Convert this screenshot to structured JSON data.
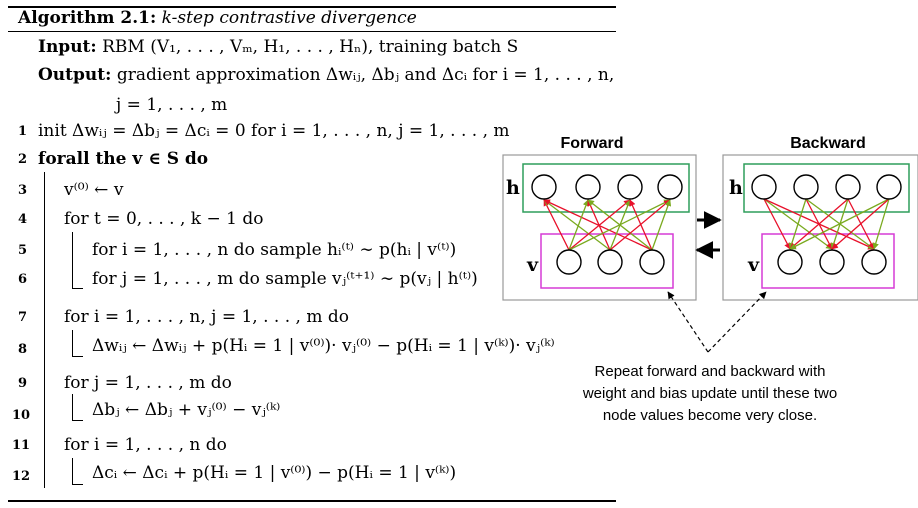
{
  "algorithm": {
    "title_bold": "Algorithm 2.1:",
    "title_text": "k-step contrastive divergence",
    "input_kw": "Input:",
    "input_text": "RBM (V₁, . . . , Vₘ, H₁, . . . , Hₙ), training batch S",
    "output_kw": "Output:",
    "output_text": "gradient approximation Δwᵢⱼ, Δbⱼ and Δcᵢ for i = 1, . . . , n,",
    "output_text2": "j = 1, . . . , m",
    "lines": [
      {
        "n": "1",
        "text": "init Δwᵢⱼ = Δbⱼ = Δcᵢ = 0 for i = 1, . . . , n, j = 1, . . . , m"
      },
      {
        "n": "2",
        "text": "forall the v ∈ S do"
      },
      {
        "n": "3",
        "text": "v⁽⁰⁾ ← v"
      },
      {
        "n": "4",
        "text": "for t = 0, . . . , k − 1 do"
      },
      {
        "n": "5",
        "text": "for i = 1, . . . , n do  sample hᵢ⁽ᵗ⁾ ∼ p(hᵢ | v⁽ᵗ⁾)"
      },
      {
        "n": "6",
        "text": "for j = 1, . . . , m do  sample vⱼ⁽ᵗ⁺¹⁾ ∼ p(vⱼ | h⁽ᵗ⁾)"
      },
      {
        "n": "7",
        "text": "for i = 1, . . . , n, j = 1, . . . , m do"
      },
      {
        "n": "8",
        "text": "Δwᵢⱼ ← Δwᵢⱼ + p(Hᵢ = 1 | v⁽⁰⁾)· vⱼ⁽⁰⁾ − p(Hᵢ = 1 | v⁽ᵏ⁾)· vⱼ⁽ᵏ⁾"
      },
      {
        "n": "9",
        "text": "for j = 1, . . . , m do"
      },
      {
        "n": "10",
        "text": "Δbⱼ ← Δbⱼ + vⱼ⁽⁰⁾ − vⱼ⁽ᵏ⁾"
      },
      {
        "n": "11",
        "text": "for i = 1, . . . , n do"
      },
      {
        "n": "12",
        "text": "Δcᵢ ← Δcᵢ + p(Hᵢ = 1 | v⁽⁰⁾) − p(Hᵢ = 1 | v⁽ᵏ⁾)"
      }
    ]
  },
  "diagram": {
    "forward_label": "Forward",
    "backward_label": "Backward",
    "h_label": "h",
    "v_label": "v",
    "note_lines": [
      "Repeat forward and backward with",
      "weight and bias update until these two",
      "node values become very close."
    ],
    "colors": {
      "hidden_box": "#2e9e5b",
      "visible_box": "#d63bd6",
      "red_edge": "#e8102a",
      "green_edge": "#7aaa1f",
      "panel": "#999999"
    }
  }
}
